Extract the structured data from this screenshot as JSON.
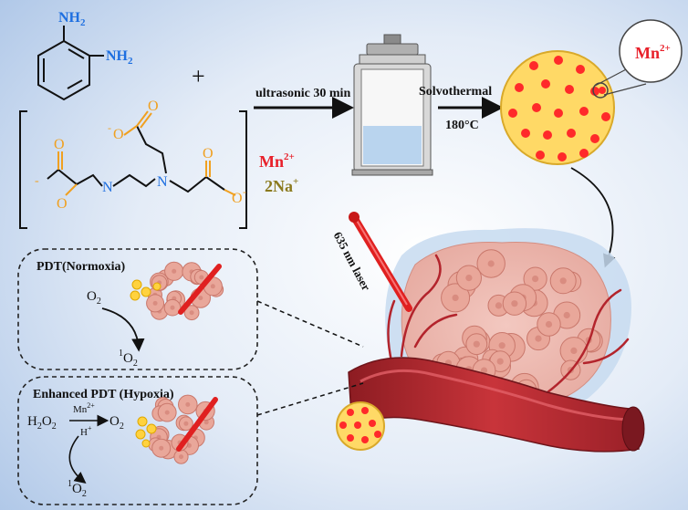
{
  "reagents": {
    "amine_group_1": "NH",
    "amine_group_2": "NH",
    "amine_subscript": "2",
    "plus_sign": "+",
    "edta_oxygen": "O",
    "edta_nitrogen": "N",
    "edta_charge": "-",
    "metal_ion": "Mn",
    "metal_charge": "2+",
    "counter_ion": "2Na",
    "counter_charge": "+"
  },
  "process": {
    "step1": "ultrasonic 30 min",
    "step2": "Solvothermal",
    "step2_temp": "180°C"
  },
  "nanoparticle": {
    "zoom_label": "Mn",
    "zoom_charge": "2+"
  },
  "laser": {
    "label": "635 nm laser"
  },
  "panel_normoxia": {
    "title": "PDT(Normoxia)",
    "reactant": "O",
    "reactant_sub": "2",
    "product_sup": "1",
    "product": "O",
    "product_sub": "2"
  },
  "panel_hypoxia": {
    "title": "Enhanced PDT (Hypoxia)",
    "reactant": "H",
    "reactant_sub": "2",
    "reactant_mid": "O",
    "catalyst": "Mn",
    "catalyst_charge": "2+",
    "acid": "H",
    "acid_charge": "+",
    "oxygen": "O",
    "oxygen_sub": "2",
    "product_sup": "1",
    "product": "O",
    "product_sub": "2"
  },
  "colors": {
    "amine_blue": "#1e6fe0",
    "oxygen_orange": "#f0a020",
    "mn_red": "#e8202a",
    "na_olive": "#8b7a1e",
    "nanoparticle_fill": "#ffd966",
    "dot_red": "#ff2a2a",
    "laser_red": "#e02020",
    "vessel_red": "#b3242c",
    "cell_pink": "#e9a79a"
  }
}
